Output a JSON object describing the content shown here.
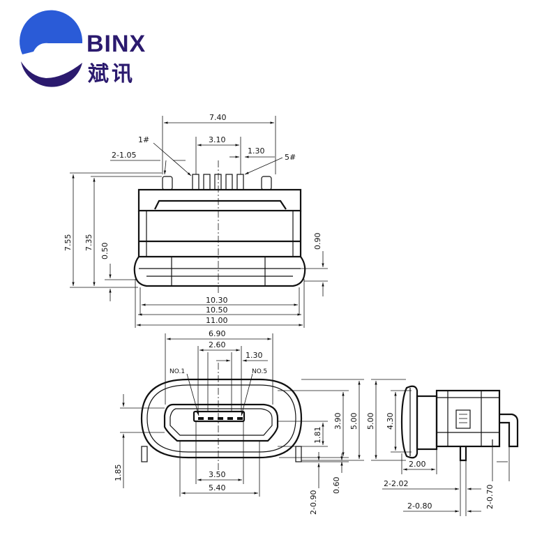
{
  "brand": {
    "name_en": "BINX",
    "name_cn": "斌讯",
    "logo_colors": {
      "primary": "#2a5bd7",
      "secondary": "#2b1a6e"
    }
  },
  "top_view": {
    "width_top": "7.40",
    "pin_span": "3.10",
    "pin_pitch_group": "1.30",
    "pin1_label": "1#",
    "pin5_label": "5#",
    "tab_width": "2-1.05",
    "height_total": "7.55",
    "height_body": "7.35",
    "flange_offset": "0.50",
    "flange_thickness": "0.90",
    "width_inner": "10.30",
    "width_mid": "10.50",
    "width_outer": "11.00"
  },
  "front_view": {
    "width_top": "6.90",
    "pin_span": "2.60",
    "pin_group": "1.30",
    "pin1_label": "NO.1",
    "pin5_label": "NO.5",
    "left_height": "1.85",
    "opening_height": "1.81",
    "opening_total": "3.90",
    "outer_height": "5.00",
    "bottom_inner": "3.50",
    "bottom_outer": "5.40",
    "tab_thickness": "2-0.90",
    "tab_height": "0.60"
  },
  "side_view": {
    "outer_height": "5.00",
    "inner_height": "4.30",
    "depth": "2.00",
    "tab_offset": "2-2.02",
    "tab_width": "2-0.80",
    "pin_width": "2-0.70"
  }
}
